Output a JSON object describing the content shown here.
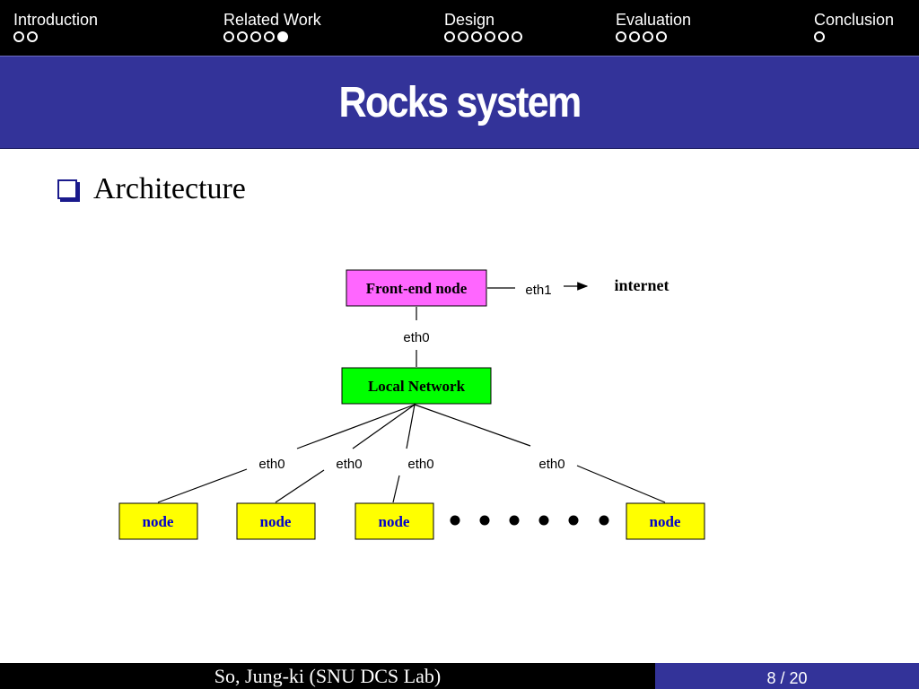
{
  "nav": {
    "sections": [
      {
        "label": "Introduction",
        "dots": 2,
        "filled": -1
      },
      {
        "label": "Related Work",
        "dots": 5,
        "filled": 4
      },
      {
        "label": "Design",
        "dots": 6,
        "filled": -1
      },
      {
        "label": "Evaluation",
        "dots": 4,
        "filled": -1
      },
      {
        "label": "Conclusion",
        "dots": 1,
        "filled": -1
      }
    ]
  },
  "title": "Rocks system",
  "bullet": "Architecture",
  "diagram": {
    "front_end": "Front-end node",
    "eth1": "eth1",
    "internet": "internet",
    "eth0_top": "eth0",
    "local_network": "Local Network",
    "eth0_labels": [
      "eth0",
      "eth0",
      "eth0",
      "eth0"
    ],
    "nodes": [
      "node",
      "node",
      "node",
      "node"
    ],
    "colors": {
      "front_end_fill": "#ff66ff",
      "network_fill": "#00ff00",
      "node_fill": "#ffff00",
      "node_text": "#0000cc"
    }
  },
  "footer": {
    "author": "So, Jung-ki (SNU DCS Lab)",
    "page": "8 / 20"
  }
}
